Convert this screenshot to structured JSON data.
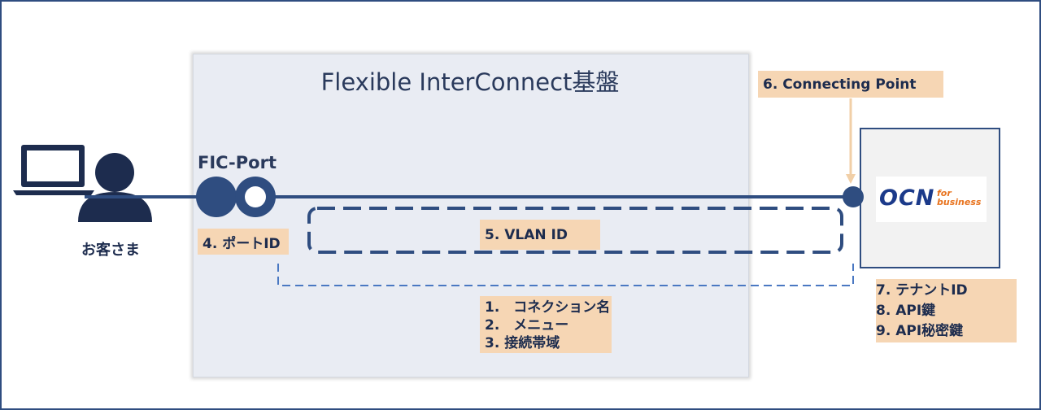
{
  "diagram": {
    "platform_title": "Flexible InterConnect基盤",
    "fic_port_label": "FIC-Port",
    "customer_label": "お客さま",
    "connecting_point_label": "6. Connecting Point",
    "port_id_label": "4. ポートID",
    "vlan_label": "5. VLAN ID",
    "connection_items": [
      "1.　コネクション名",
      "2.　メニュー",
      "3. 接続帯域"
    ],
    "tenant_items": [
      "7. テナントID",
      "8. API鍵",
      "9. API秘密鍵"
    ],
    "logo": {
      "main": "OCN",
      "sub_line1": "for",
      "sub_line2": "business"
    },
    "icons": [
      "laptop-icon",
      "person-icon",
      "fic-port-icon",
      "ocn-logo-icon"
    ]
  },
  "colors": {
    "navy": "#2f4d80",
    "dark_navy": "#1d2c4e",
    "label_fill": "#f6d6b4",
    "platform_fill": "#e9ecf3",
    "dashed_blue": "#4a78c2",
    "arrow": "#f1cfa7",
    "ocn_blue": "#1b3a8a",
    "ocn_orange": "#e8731e"
  }
}
